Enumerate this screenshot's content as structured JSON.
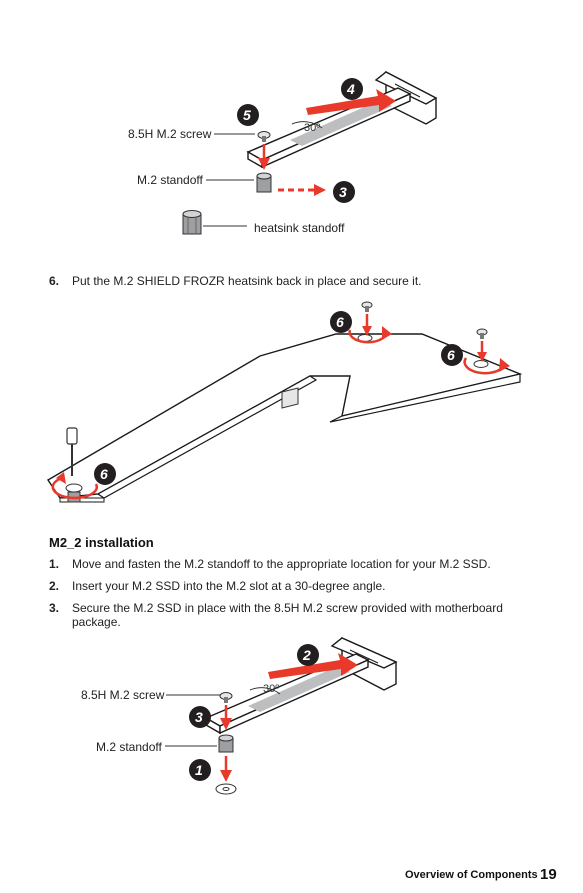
{
  "diagram_top": {
    "labels": {
      "screw": "8.5H M.2 screw",
      "standoff": "M.2 standoff",
      "heatsink_standoff": "heatsink standoff",
      "angle": "30º"
    },
    "badges": [
      "5",
      "4",
      "3"
    ]
  },
  "step6": {
    "number": "6.",
    "text": "Put the M.2 SHIELD FROZR heatsink back in place and secure it."
  },
  "diagram_heatsink": {
    "badges": [
      "6",
      "6",
      "6"
    ]
  },
  "section": {
    "title": "M2_2 installation",
    "steps": [
      {
        "number": "1.",
        "text": "Move and fasten the M.2 standoff  to the appropriate location for your M.2 SSD."
      },
      {
        "number": "2.",
        "text": "Insert your M.2 SSD into the M.2 slot at a 30-degree angle."
      },
      {
        "number": "3.",
        "text": "Secure the M.2 SSD in place with the 8.5H M.2 screw provided with motherboard",
        "text2": "package."
      }
    ]
  },
  "diagram_bottom": {
    "labels": {
      "screw": "8.5H M.2 screw",
      "standoff": "M.2 standoff",
      "angle": "30º"
    },
    "badges": [
      "2",
      "3",
      "1"
    ]
  },
  "footer": {
    "section_label": "Overview of Components",
    "page_number": "19"
  },
  "colors": {
    "accent_red": "#e8392a",
    "badge_dark": "#231f20"
  }
}
